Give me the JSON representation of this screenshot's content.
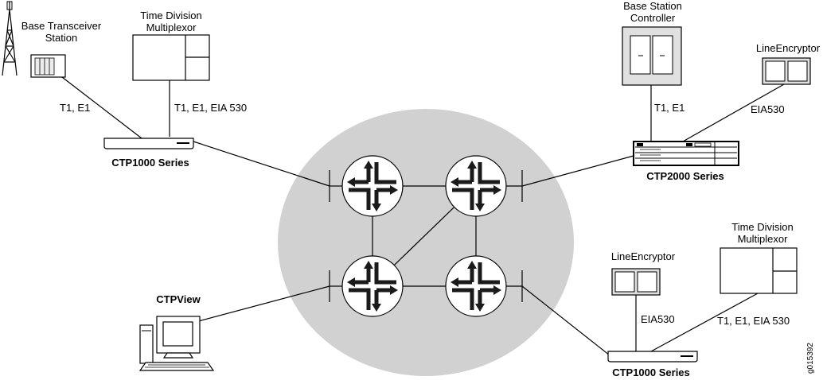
{
  "colors": {
    "network_cloud": "#d1d1d1",
    "device_fill": "#ffffff",
    "controller_fill": "#e0e0e0",
    "router_arrow": "#1a1a1a"
  },
  "labels": {
    "bts_line1": "Base Transceiver",
    "bts_line2": "Station",
    "tdm_top_line1": "Time Division",
    "tdm_top_line2": "Multiplexor",
    "bsc_line1": "Base Station",
    "bsc_line2": "Controller",
    "lineenc_top": "LineEncryptor",
    "link_bts": "T1, E1",
    "link_tdm_top": "T1, E1, EIA 530",
    "link_bsc": "T1, E1",
    "link_enc_top": "EIA530",
    "ctp1000_top": "CTP1000 Series",
    "ctp2000": "CTP2000 Series",
    "ctpview": "CTPView",
    "tdm_bottom_line1": "Time Division",
    "tdm_bottom_line2": "Multiplexor",
    "lineenc_bottom": "LineEncryptor",
    "link_enc_bottom": "EIA530",
    "link_tdm_bottom": "T1, E1, EIA 530",
    "ctp1000_bottom": "CTP1000 Series",
    "figure_id": "g015392"
  },
  "icons": {
    "router": "router-icon",
    "tower": "antenna-tower-icon",
    "workstation": "computer-workstation-icon"
  }
}
